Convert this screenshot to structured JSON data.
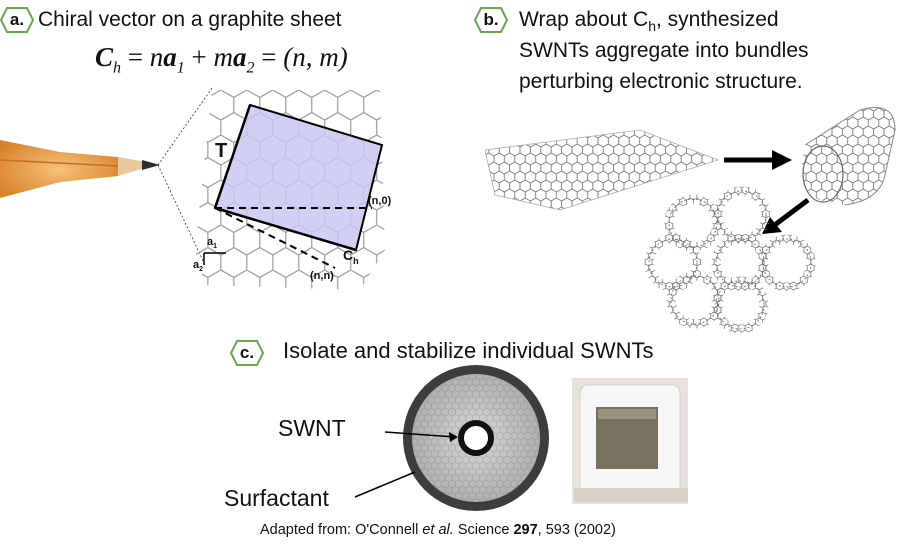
{
  "panel_a": {
    "badge": "a.",
    "title": "Chiral vector on a graphite sheet",
    "equation": {
      "C": "C",
      "h": "h",
      "eq1": "=",
      "n": "n",
      "a1": "a",
      "one": "1",
      "plus": "+",
      "m": "m",
      "a2": "a",
      "two": "2",
      "eq2": "=",
      "pair": "(n, m)"
    },
    "labels": {
      "T": "T",
      "n0": "(n,0)",
      "nn": "(n,n)",
      "Ch": "C",
      "Ch_sub": "h",
      "a1": "a",
      "a1_sub": "1",
      "a2": "a",
      "a2_sub": "2"
    }
  },
  "panel_b": {
    "badge": "b.",
    "line1_pre": "Wrap about C",
    "line1_sub": "h",
    "line1_post": ", synthesized",
    "line2": "SWNTs aggregate into bundles",
    "line3": "perturbing electronic structure."
  },
  "panel_c": {
    "badge": "c.",
    "title": "Isolate and stabilize individual SWNTs",
    "swnt_label": "SWNT",
    "surfactant_label": "Surfactant"
  },
  "credit": {
    "prefix": "Adapted from: O'Connell ",
    "etal": "et al.",
    "journal": " Science ",
    "volume": "297",
    "rest": ", 593 (2002)"
  },
  "colors": {
    "badge_fill": "#ffffff",
    "badge_stroke": "#6aa84f",
    "shaded_cell": "#c8c8f0",
    "hex_lattice": "#999999",
    "pencil_wood": "#e8a040",
    "pencil_tip": "#333333",
    "micelle_gray": "#bdbdbd",
    "micelle_dark": "#444444",
    "vial_glass": "#f4f4f4",
    "film": "#7a7060"
  }
}
